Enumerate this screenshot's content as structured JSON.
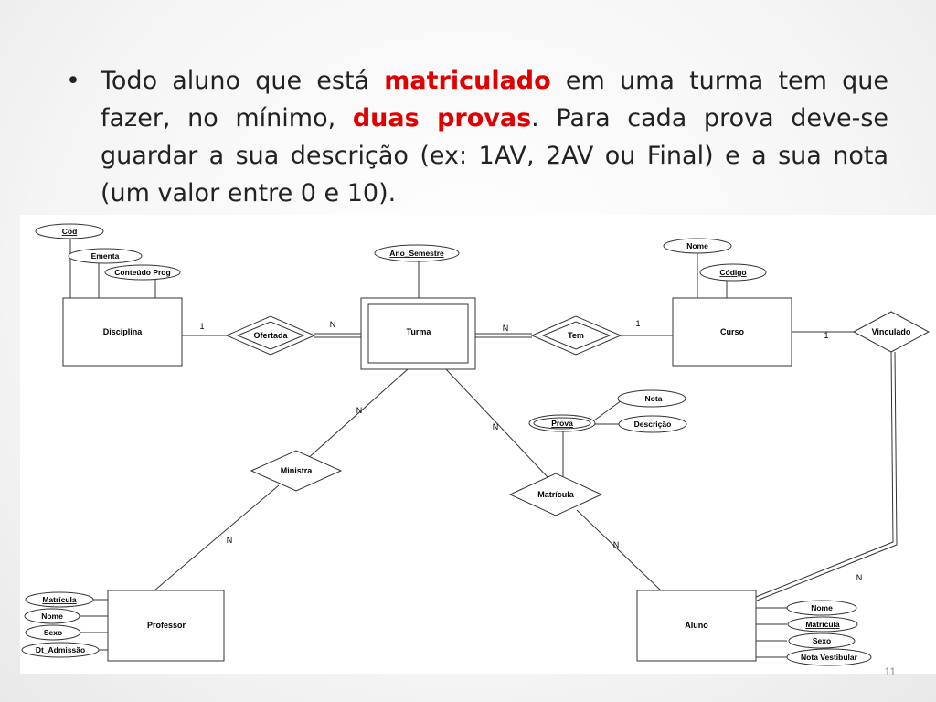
{
  "slide": {
    "bullet_symbol": "•",
    "paragraph": {
      "t1": "Todo aluno que está ",
      "h1": "matriculado",
      "t2": " em uma turma tem que fazer, no mínimo, ",
      "h2": "duas provas",
      "t3": ". Para cada prova deve-se guardar a sua descrição (ex: 1AV, 2AV ou Final) e a sua nota (um valor entre 0 e 10)."
    },
    "highlight_color": "#e00000"
  },
  "diagram": {
    "entities": {
      "disciplina": "Disciplina",
      "turma": "Turma",
      "curso": "Curso",
      "professor": "Professor",
      "aluno": "Aluno"
    },
    "relationships": {
      "ofertada": "Ofertada",
      "tem": "Tem",
      "vinculado": "Vinculado",
      "ministra": "Ministra",
      "matricula": "Matrícula"
    },
    "attributes": {
      "disciplina": {
        "cod": "Cod",
        "ementa": "Ementa",
        "conteudo": "Conteúdo Prog"
      },
      "turma": {
        "ano_semestre": "Ano_Semestre"
      },
      "curso": {
        "nome": "Nome",
        "codigo": "Código"
      },
      "prova": {
        "prova": "Prova",
        "nota": "Nota",
        "descricao": "Descrição"
      },
      "professor": {
        "matricula": "Matrícula",
        "nome": "Nome",
        "sexo": "Sexo",
        "dt_admissao": "Dt_Admissão"
      },
      "aluno": {
        "nome": "Nome",
        "matricula": "Matrícula",
        "sexo": "Sexo",
        "nota_vestibular": "Nota Vestibular"
      }
    },
    "cardinality": {
      "one": "1",
      "many": "N"
    }
  },
  "slide_number": "11"
}
